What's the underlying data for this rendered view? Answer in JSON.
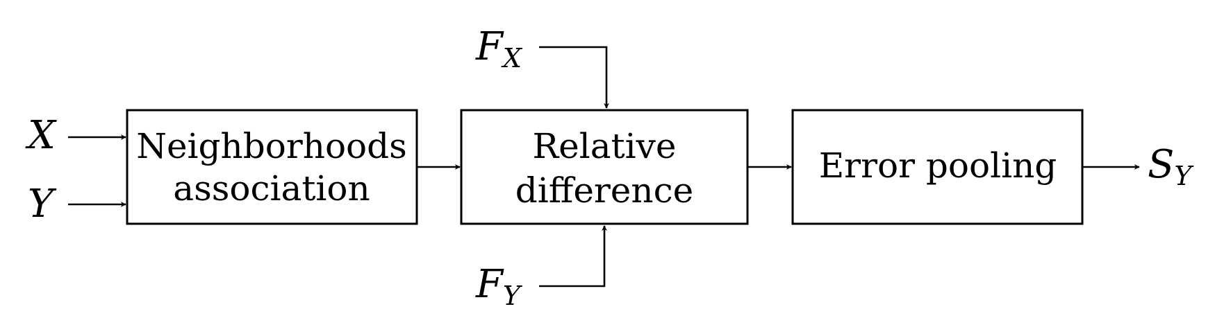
{
  "blocks": {
    "neighborhoods": {
      "line1": "Neighborhoods",
      "line2": "association"
    },
    "relative": {
      "line1": "Relative",
      "line2": "difference"
    },
    "pooling": {
      "label": "Error pooling"
    }
  },
  "inputs": {
    "x": "X",
    "y": "Y",
    "fx": {
      "base": "F",
      "sub": "X"
    },
    "fy": {
      "base": "F",
      "sub": "Y"
    }
  },
  "output": {
    "base": "S",
    "sub": "Y"
  }
}
